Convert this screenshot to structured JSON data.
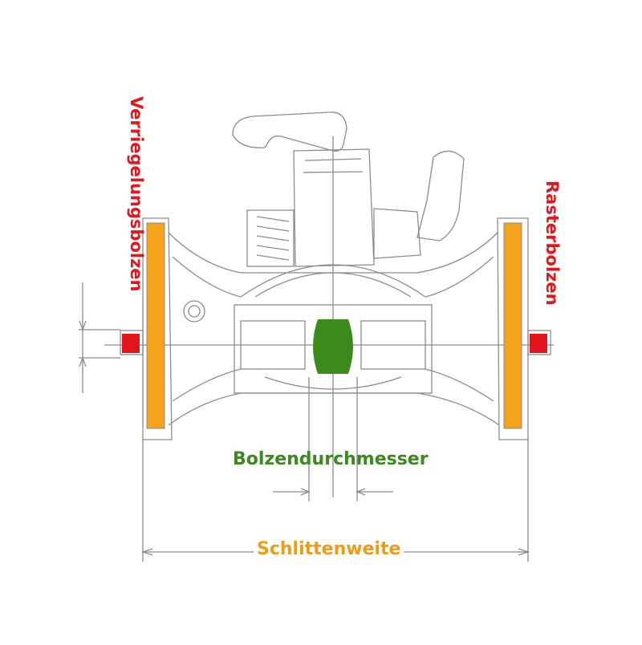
{
  "labels": {
    "locking_bolt": "Verriegelungsbolzen",
    "detent_bolt": "Rasterbolzen",
    "bolt_diameter": "Bolzendurchmesser",
    "slide_width": "Schlittenweite"
  },
  "colors": {
    "locking_bolt": "#e8161b",
    "detent_bolt": "#e8161b",
    "bolt_diameter": "#3b8a1d",
    "slide_width": "#f19a14",
    "slide_plate": "#f5a21c",
    "bolt_fill": "#3a8b1c",
    "bolt_marker": "#e3141b",
    "line": "#8c8c8c"
  }
}
